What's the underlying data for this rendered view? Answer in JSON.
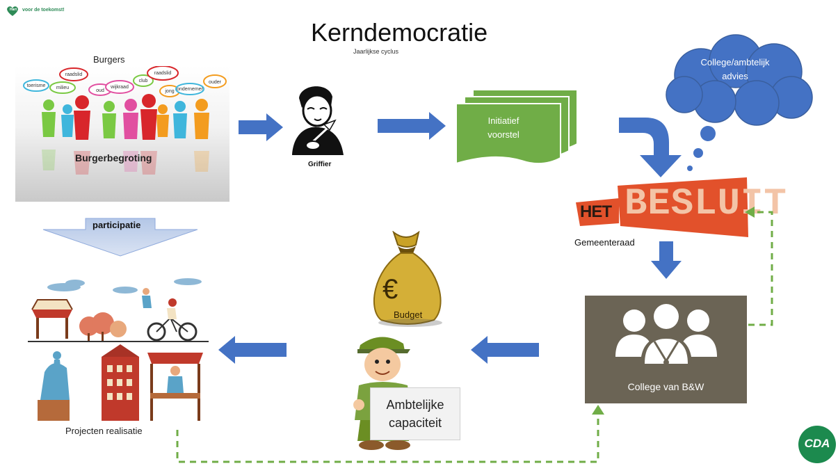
{
  "logo": {
    "heart_text": "Hart",
    "tagline": "voor de toekomst!"
  },
  "title": "Kerndemocratie",
  "subtitle": "Jaarlijkse cyclus",
  "citizens": {
    "heading": "Burgers",
    "caption": "Burgerbegroting",
    "bubbles": [
      "toerisme",
      "milieu",
      "raadslid",
      "oud",
      "wijkraad",
      "club",
      "raadslid",
      "jong",
      "ondernemer",
      "ouder"
    ]
  },
  "participation_label": "participatie",
  "griffier_label": "Griffier",
  "proposal_label_line1": "Initiatief",
  "proposal_label_line2": "voorstel",
  "cloud_label_line1": "College/ambtelijk",
  "cloud_label_line2": "advies",
  "besluit": {
    "word1": "HET",
    "word2": "BESLUIT"
  },
  "council_label": "Gemeenteraad",
  "college_label": "College van B&W",
  "budget_label": "Budget",
  "budget_symbol": "€",
  "capacity_label_line1": "Ambtelijke",
  "capacity_label_line2": "capaciteit",
  "projects_label": "Projecten realisatie",
  "party_logo": "CDA",
  "colors": {
    "arrow_blue": "#4472c4",
    "proposal_green": "#70ad47",
    "cloud_blue": "#4472c4",
    "besluit_orange": "#e2512b",
    "college_grey": "#6b6455",
    "dashed_green": "#70ad47",
    "cda_green": "#1c8a4e"
  }
}
